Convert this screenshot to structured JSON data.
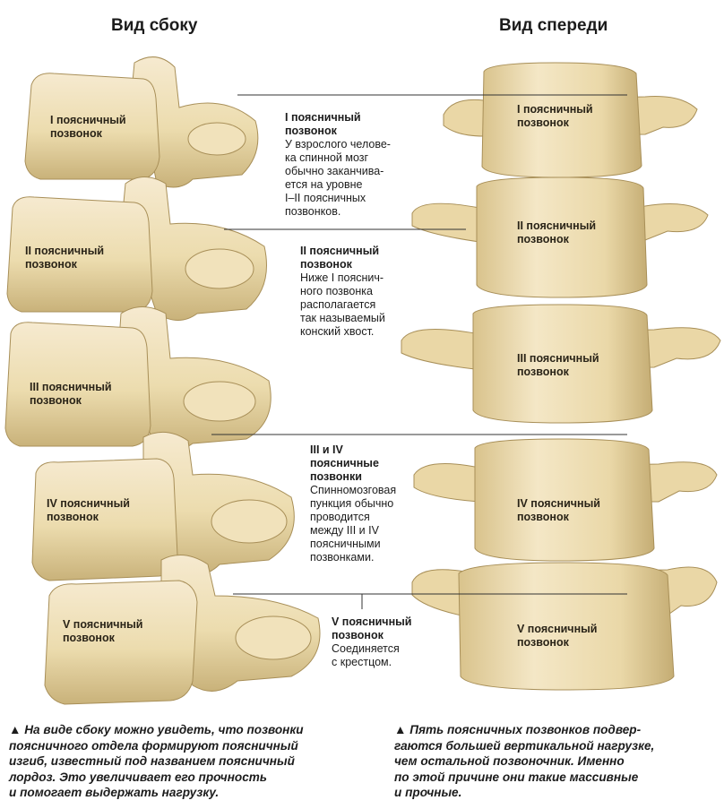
{
  "headings": {
    "side": "Вид сбоку",
    "front": "Вид спереди"
  },
  "side_labels": [
    "I поясничный\nпозвонок",
    "II поясничный\nпозвонок",
    "III поясничный\nпозвонок",
    "IV поясничный\nпозвонок",
    "V поясничный\nпозвонок"
  ],
  "front_labels": [
    "I поясничный\nпозвонок",
    "II поясничный\nпозвонок",
    "III поясничный\nпозвонок",
    "IV поясничный\nпозвонок",
    "V поясничный\nпозвонок"
  ],
  "callouts": [
    {
      "title": "I поясничный\nпозвонок",
      "body": "У взрослого челове-\nка спинной мозг\nобычно заканчива-\nется на уровне\nI–II поясничных\nпозвонков."
    },
    {
      "title": "II поясничный\nпозвонок",
      "body": "Ниже I пояснич-\nного позвонка\nрасполагается\nтак называемый\nконский хвост."
    },
    {
      "title": "III и IV\nпоясничные\nпозвонки",
      "body": "Спинномозговая\nпункция обычно\nпроводится\nмежду III и IV\nпоясничными\nпозвонками."
    },
    {
      "title": "V поясничный\nпозвонок",
      "body": "Соединяется\nс крестцом."
    }
  ],
  "captions": {
    "left": "▲ На виде сбоку можно увидеть, что позвонки\nпоясничного отдела формируют поясничный\nизгиб, известный под названием поясничный\nлордоз. Это увеличивает его прочность\nи помогает выдержать нагрузку.",
    "right": "▲ Пять поясничных позвонков подвер-\nгаются большей вертикальной нагрузке,\nчем остальной позвоночник. Именно\nпо этой причине они такие массивные\nи прочные."
  },
  "colors": {
    "bone": "#ecdcae",
    "bone_shadow": "#c9b27a",
    "bone_dark": "#9c8650",
    "leader": "#333333"
  }
}
